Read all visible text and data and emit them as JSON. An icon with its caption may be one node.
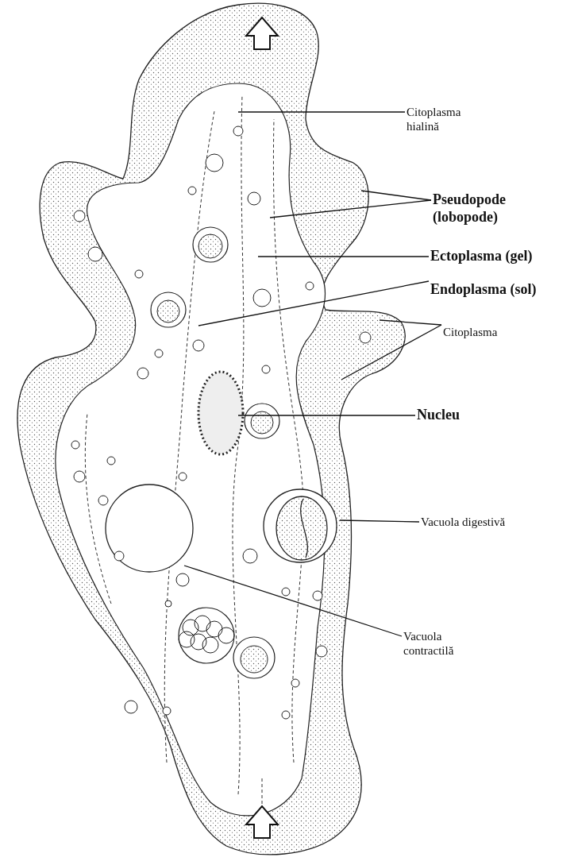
{
  "diagram": {
    "nodes": [
      {
        "text": [
          "Citoplasma hialină"
        ]
      },
      {
        "text": [
          "Pseudopode (lobopode)"
        ]
      },
      {
        "text": [
          "Ectoplasma (gel)"
        ]
      },
      {
        "text": [
          "Endoplasma (sol)"
        ]
      },
      {
        "text": [
          "Citoplasma"
        ]
      },
      {
        "text": [
          "Nucleu"
        ]
      },
      {
        "text": [
          "Vacuola digestivă"
        ]
      },
      {
        "text": [
          "Vacuola contractilă"
        ]
      }
    ],
    "edges": [
      {
        "from": 0,
        "to": null,
        "arrow": "none"
      },
      {
        "from": 1,
        "to": null,
        "arrow": "none"
      },
      {
        "from": 1,
        "to": null,
        "arrow": "none"
      },
      {
        "from": 2,
        "to": null,
        "arrow": "none"
      },
      {
        "from": 3,
        "to": null,
        "arrow": "none"
      },
      {
        "from": 4,
        "to": null,
        "arrow": "none"
      },
      {
        "from": 4,
        "to": null,
        "arrow": "none"
      },
      {
        "from": 5,
        "to": null,
        "arrow": "none"
      },
      {
        "from": 6,
        "to": null,
        "arrow": "none"
      },
      {
        "from": 7,
        "to": null,
        "arrow": "none"
      }
    ]
  }
}
